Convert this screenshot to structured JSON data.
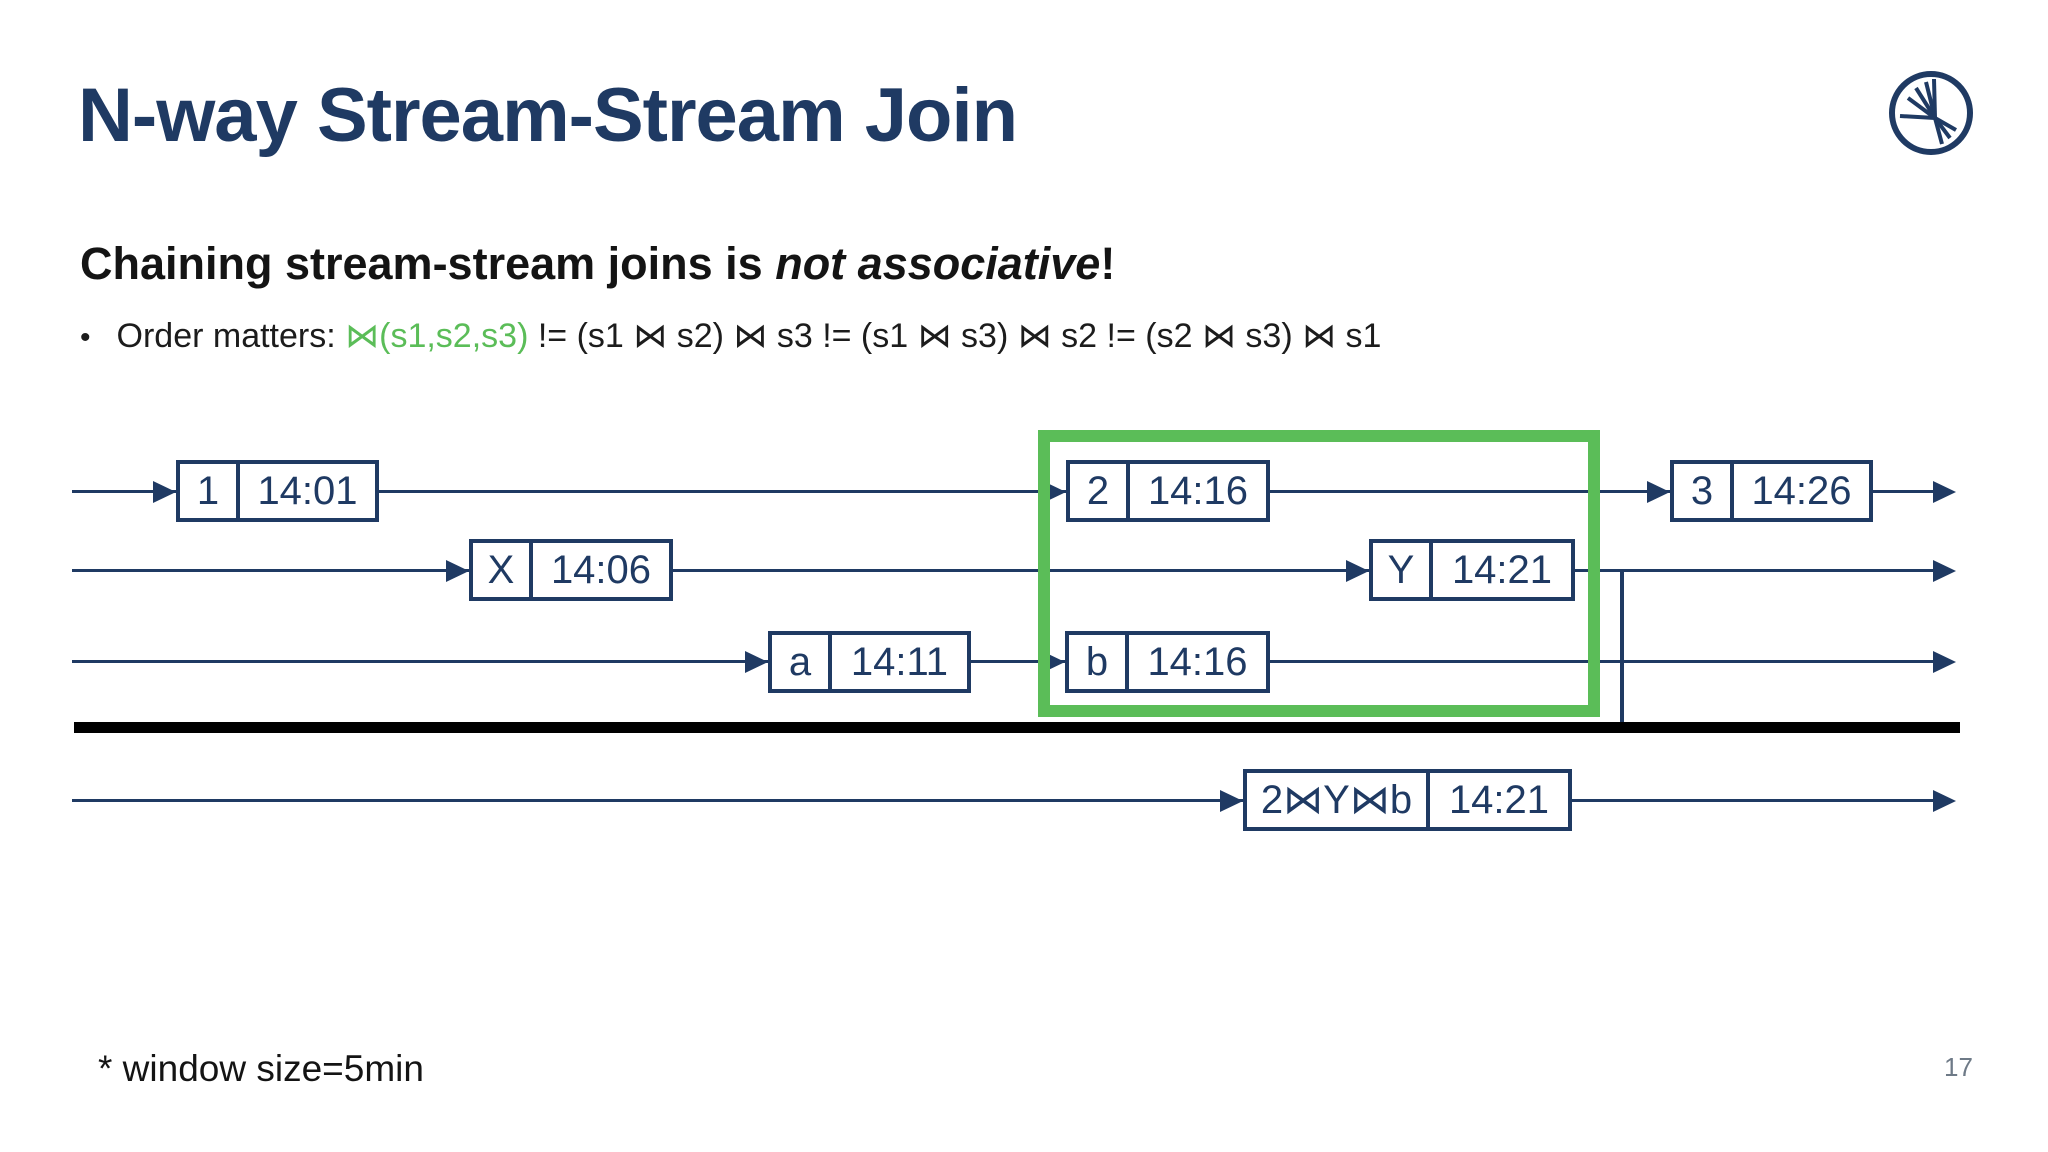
{
  "slide": {
    "title": "N-way Stream-Stream Join",
    "footnote": "* window size=5min",
    "page_number": "17"
  },
  "heading": {
    "prefix": "Chaining stream-stream joins is ",
    "emphasis": "not associative",
    "suffix": "!"
  },
  "bullet": {
    "marker": "•",
    "prefix": "Order matters: ",
    "green_expr": "⋈(s1,s2,s3)",
    "rest": " != (s1 ⋈ s2) ⋈ s3 != (s1 ⋈ s3) ⋈ s2 != (s2 ⋈ s3) ⋈ s1"
  },
  "icons": {
    "logo": "confluent-starburst-logo"
  },
  "colors": {
    "navy": "#1f3a63",
    "green": "#5bbd58",
    "text_black": "#141414",
    "page_gray": "#6e7a87",
    "divider_black": "#000000"
  },
  "diagram": {
    "streams": [
      {
        "events": [
          {
            "label": "1",
            "time": "14:01"
          },
          {
            "label": "2",
            "time": "14:16"
          },
          {
            "label": "3",
            "time": "14:26"
          }
        ]
      },
      {
        "events": [
          {
            "label": "X",
            "time": "14:06"
          },
          {
            "label": "Y",
            "time": "14:21"
          }
        ]
      },
      {
        "events": [
          {
            "label": "a",
            "time": "14:11"
          },
          {
            "label": "b",
            "time": "14:16"
          }
        ]
      }
    ],
    "result_stream": {
      "events": [
        {
          "label": "2⋈Y⋈b",
          "time": "14:21"
        }
      ]
    }
  }
}
